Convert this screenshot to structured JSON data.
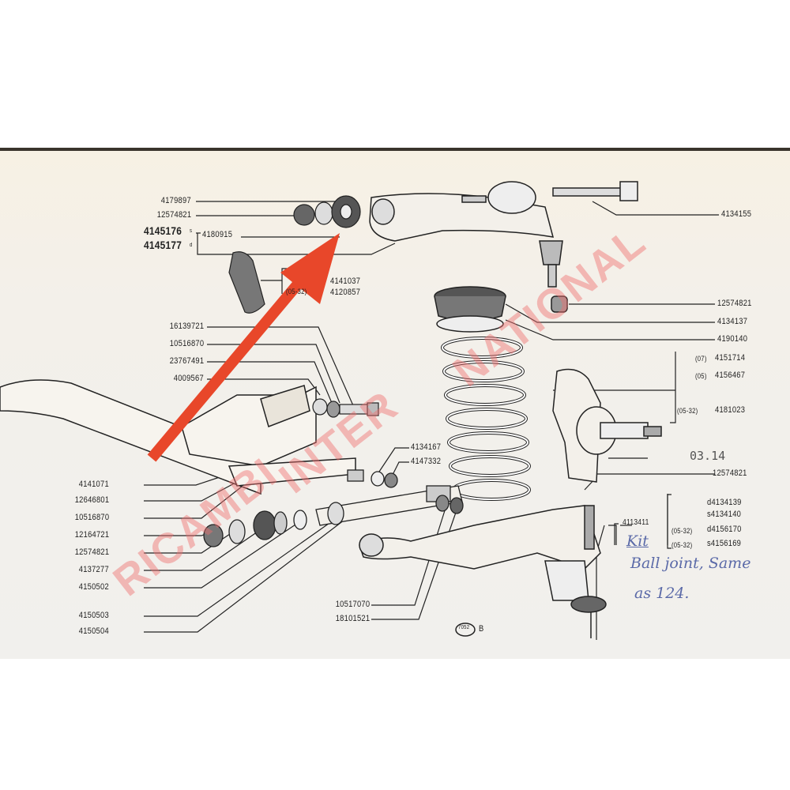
{
  "document": {
    "type": "exploded parts diagram - front suspension",
    "page_ref": "7052",
    "page_letter": "B",
    "stamp": "03.14"
  },
  "watermark": {
    "text_left": "RICAMBI",
    "text_center": "INTER",
    "text_right": "NATIONAL",
    "full": "RICAMBI INTERNATIONAL",
    "color": "#f06e6e"
  },
  "arrow": {
    "color": "#e8472a",
    "direction": "up-right"
  },
  "labels_left_top": [
    {
      "id": "4179897",
      "text": "4179897"
    },
    {
      "id": "12574821",
      "text": "12574821"
    },
    {
      "id": "4145176",
      "text": "4145176",
      "suffix": "s"
    },
    {
      "id": "4145177",
      "text": "4145177",
      "suffix": "d"
    },
    {
      "id": "4180915",
      "text": "4180915"
    },
    {
      "id": "4141037",
      "text": "4141037"
    },
    {
      "id": "4120857",
      "text": "4120857",
      "prefix": "(05-32)"
    }
  ],
  "labels_left_mid": [
    {
      "text": "16139721"
    },
    {
      "text": "10516870"
    },
    {
      "text": "23767491"
    },
    {
      "text": "4009567"
    }
  ],
  "labels_left_bottom": [
    {
      "text": "4141071"
    },
    {
      "text": "12646801"
    },
    {
      "text": "10516870"
    },
    {
      "text": "12164721"
    },
    {
      "text": "12574821"
    },
    {
      "text": "4137277"
    },
    {
      "text": "4150502"
    },
    {
      "text": "4150503"
    },
    {
      "text": "4150504"
    }
  ],
  "labels_center": [
    {
      "text": "4134167"
    },
    {
      "text": "4147332"
    },
    {
      "text": "10517070"
    },
    {
      "text": "18101521"
    }
  ],
  "labels_right": [
    {
      "text": "4134155"
    },
    {
      "text": "12574821"
    },
    {
      "text": "4134137"
    },
    {
      "text": "4190140"
    }
  ],
  "labels_knuckle": [
    {
      "code": "(07)",
      "text": "4151714"
    },
    {
      "code": "(05)",
      "text": "4156467"
    },
    {
      "code": "(05-32)",
      "text": "4181023"
    }
  ],
  "label_lower_right_nut": "12574821",
  "labels_balljoint": {
    "group": "4113411",
    "items": [
      {
        "code": "",
        "text": "d4134139"
      },
      {
        "code": "",
        "text": "s4134140"
      },
      {
        "code": "(05-32)",
        "text": "d4156170"
      },
      {
        "code": "(05-32)",
        "text": "s4156169"
      }
    ]
  },
  "handwriting": {
    "line1": "Kit",
    "line2": "Ball joint, Same",
    "line3": "as 124."
  }
}
